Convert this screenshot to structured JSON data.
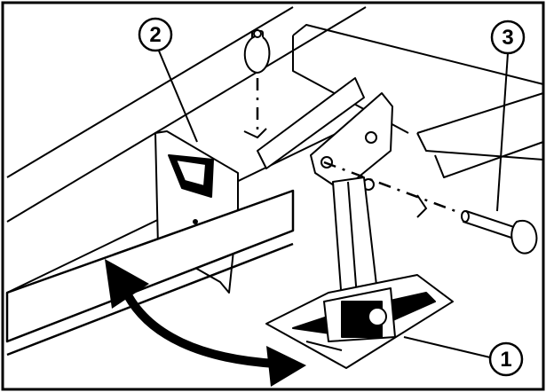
{
  "callouts": [
    {
      "number": "1",
      "part": "support-foot"
    },
    {
      "number": "2",
      "part": "storage-bracket"
    },
    {
      "number": "3",
      "part": "locking-pin"
    }
  ],
  "colors": {
    "line": "#000000",
    "fill": "#ffffff"
  },
  "icons": [
    "lynch-pin-icon",
    "double-headed-swing-arrow-icon"
  ]
}
